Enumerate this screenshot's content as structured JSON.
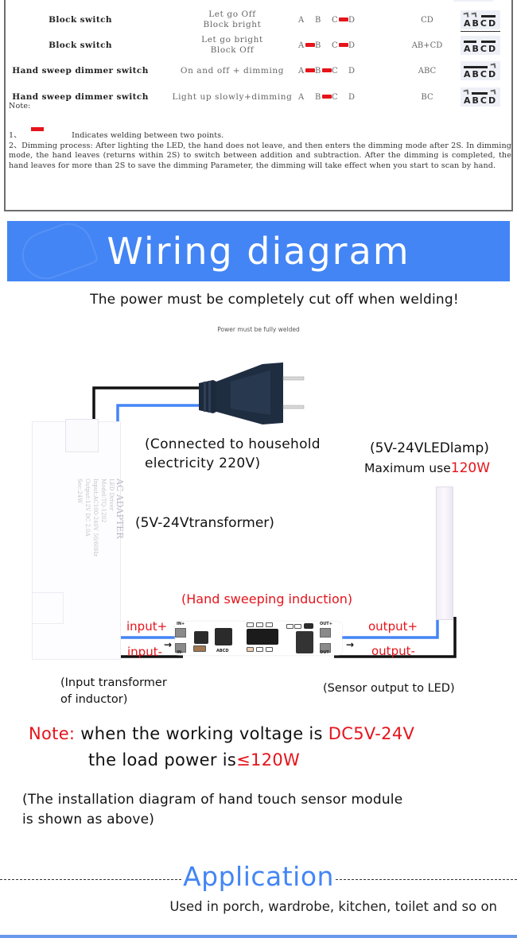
{
  "table": {
    "rows": [
      {
        "name": "Block switch",
        "mode_lines": [
          "Let go Off",
          "Block bright"
        ],
        "pads": [
          "A",
          "B",
          "C",
          "D"
        ],
        "welds": [
          false,
          false,
          true
        ],
        "weld_label": "CD",
        "jumper_icon": "abcd-jumper-cd-icon"
      },
      {
        "name": "Block switch",
        "mode_lines": [
          "Let go bright",
          "Block Off"
        ],
        "pads": [
          "A",
          "B",
          "C",
          "D"
        ],
        "welds": [
          true,
          false,
          true
        ],
        "weld_label": "AB+CD",
        "jumper_icon": "abcd-jumper-ab-cd-icon"
      },
      {
        "name": "Hand sweep dimmer switch",
        "mode_lines": [
          "On and off + dimming"
        ],
        "pads": [
          "A",
          "B",
          "C",
          "D"
        ],
        "welds": [
          true,
          true,
          false
        ],
        "weld_label": "ABC",
        "jumper_icon": "abcd-jumper-abc-icon"
      },
      {
        "name": "Hand sweep dimmer switch",
        "mode_lines": [
          "Light up slowly+dimming"
        ],
        "pads": [
          "A",
          "B",
          "C",
          "D"
        ],
        "welds": [
          false,
          true,
          false
        ],
        "weld_label": "BC",
        "jumper_icon": "abcd-jumper-bc-icon"
      }
    ],
    "jumper_letters": "ABCD",
    "notes": {
      "title": "Note:",
      "item1_prefix": "1、",
      "item1_text": "Indicates welding between two points.",
      "item2_text": "2、Dimming process: After lighting the LED, the hand does not leave, and then enters the dimming mode after 2S. In dimming mode, the hand leaves (returns within 2S) to switch between addition and subtraction. After the dimming is completed, the hand leaves for more than 2S to save the dimming Parameter, the dimming will take effect when you start to scan by hand."
    }
  },
  "wiring": {
    "banner_title": "Wiring diagram",
    "warning": "The power must be completely cut off when welding!",
    "sub_warning": "Power must be fully welded",
    "labels": {
      "household_line1": "(Connected to household",
      "household_line2": "electricity 220V)",
      "led_lamp": "(5V-24VLEDlamp)",
      "max_use_prefix": "Maximum use",
      "max_use_value": "120W",
      "transformer": "(5V-24Vtransformer)",
      "hand_sweep": "(Hand sweeping induction)",
      "input_plus": "input+",
      "input_minus": "input-",
      "output_plus": "output+",
      "output_minus": "output-",
      "input_desc_line1": "(Input transformer",
      "input_desc_line2": "of inductor)",
      "output_desc": "(Sensor output to LED)"
    },
    "adapter_print": {
      "title": "AC ADAPTER",
      "subtitle": "LED Driver",
      "model": "Model:TQ-1202",
      "input": "Input:AC100-240V 50/60Hz",
      "output": "Output:12V DC 2.0A",
      "sec": "Sec:24W"
    },
    "pcb": {
      "in_plus": "IN+",
      "in_minus": "IN-",
      "out_plus": "OUT+",
      "out_minus": "OUT-",
      "pads": "ABCD"
    },
    "colors": {
      "wire_positive": "#4385f5",
      "wire_negative": "#111111",
      "accent_red": "#e5141b"
    }
  },
  "spec_note": {
    "prefix": "Note:",
    "line1_text": " when the working voltage is ",
    "line1_value": "DC5V-24V",
    "line2_text": "the load power is",
    "line2_value": "≤120W",
    "install_line1": "(The installation diagram of hand touch sensor module",
    "install_line2": " is shown as above)"
  },
  "application": {
    "title": "Application",
    "description": "Used in porch, wardrobe, kitchen, toilet and so on",
    "accent": "#4385f5"
  }
}
